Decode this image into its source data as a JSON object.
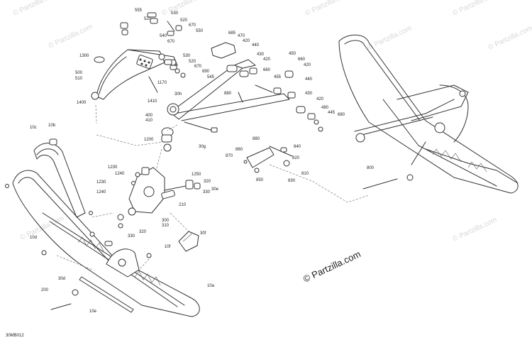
{
  "watermark": {
    "text": "© Partzilla.com"
  },
  "copyright": "© Partzilla.com",
  "diagram_code": "30MB012",
  "callouts": [
    {
      "id": "c555",
      "text": "555"
    },
    {
      "id": "c520a",
      "text": "520"
    },
    {
      "id": "c530a",
      "text": "530"
    },
    {
      "id": "c520b",
      "text": "520"
    },
    {
      "id": "c670a",
      "text": "670"
    },
    {
      "id": "c540",
      "text": "540"
    },
    {
      "id": "c670b",
      "text": "670"
    },
    {
      "id": "c550",
      "text": "550"
    },
    {
      "id": "c1300",
      "text": "1300"
    },
    {
      "id": "c500",
      "text": "500"
    },
    {
      "id": "c510",
      "text": "510"
    },
    {
      "id": "c530b",
      "text": "530"
    },
    {
      "id": "c520c",
      "text": "520"
    },
    {
      "id": "c670c",
      "text": "670"
    },
    {
      "id": "c690",
      "text": "690"
    },
    {
      "id": "c545",
      "text": "545"
    },
    {
      "id": "c685",
      "text": "685"
    },
    {
      "id": "c470",
      "text": "470"
    },
    {
      "id": "c420a",
      "text": "420"
    },
    {
      "id": "c440a",
      "text": "440"
    },
    {
      "id": "c430a",
      "text": "430"
    },
    {
      "id": "c420b",
      "text": "420"
    },
    {
      "id": "c450",
      "text": "450"
    },
    {
      "id": "c660a",
      "text": "660"
    },
    {
      "id": "c420c",
      "text": "420"
    },
    {
      "id": "c660b",
      "text": "660"
    },
    {
      "id": "c455",
      "text": "455"
    },
    {
      "id": "c1170",
      "text": "1170"
    },
    {
      "id": "c30h",
      "text": "30h"
    },
    {
      "id": "c1410",
      "text": "1410"
    },
    {
      "id": "c880a",
      "text": "880"
    },
    {
      "id": "c440b",
      "text": "440"
    },
    {
      "id": "c430b",
      "text": "430"
    },
    {
      "id": "c420d",
      "text": "420"
    },
    {
      "id": "c480",
      "text": "480"
    },
    {
      "id": "c445",
      "text": "445"
    },
    {
      "id": "c680",
      "text": "680"
    },
    {
      "id": "c1400",
      "text": "1400"
    },
    {
      "id": "c400",
      "text": "400"
    },
    {
      "id": "c410",
      "text": "410"
    },
    {
      "id": "c10c",
      "text": "10c"
    },
    {
      "id": "c10b",
      "text": "10b"
    },
    {
      "id": "c1200",
      "text": "1200"
    },
    {
      "id": "c30g",
      "text": "30g"
    },
    {
      "id": "c880b",
      "text": "880"
    },
    {
      "id": "c860",
      "text": "860"
    },
    {
      "id": "c840",
      "text": "840"
    },
    {
      "id": "c870",
      "text": "870"
    },
    {
      "id": "c820",
      "text": "820"
    },
    {
      "id": "c810",
      "text": "810"
    },
    {
      "id": "c850",
      "text": "850"
    },
    {
      "id": "c830",
      "text": "830"
    },
    {
      "id": "c800",
      "text": "800"
    },
    {
      "id": "c1230a",
      "text": "1230"
    },
    {
      "id": "c1240a",
      "text": "1240"
    },
    {
      "id": "c1250",
      "text": "1250"
    },
    {
      "id": "c1230b",
      "text": "1230"
    },
    {
      "id": "c1240b",
      "text": "1240"
    },
    {
      "id": "c320a",
      "text": "320"
    },
    {
      "id": "c330a",
      "text": "330"
    },
    {
      "id": "c30e",
      "text": "30e"
    },
    {
      "id": "c210",
      "text": "210"
    },
    {
      "id": "c300",
      "text": "300"
    },
    {
      "id": "c310",
      "text": "310"
    },
    {
      "id": "c320b",
      "text": "320"
    },
    {
      "id": "c330b",
      "text": "330"
    },
    {
      "id": "c30f",
      "text": "30f"
    },
    {
      "id": "c10d",
      "text": "10d"
    },
    {
      "id": "c10f",
      "text": "10f"
    },
    {
      "id": "c30d",
      "text": "30d"
    },
    {
      "id": "c200",
      "text": "200"
    },
    {
      "id": "c10a",
      "text": "10a"
    },
    {
      "id": "c10e",
      "text": "10e"
    }
  ]
}
